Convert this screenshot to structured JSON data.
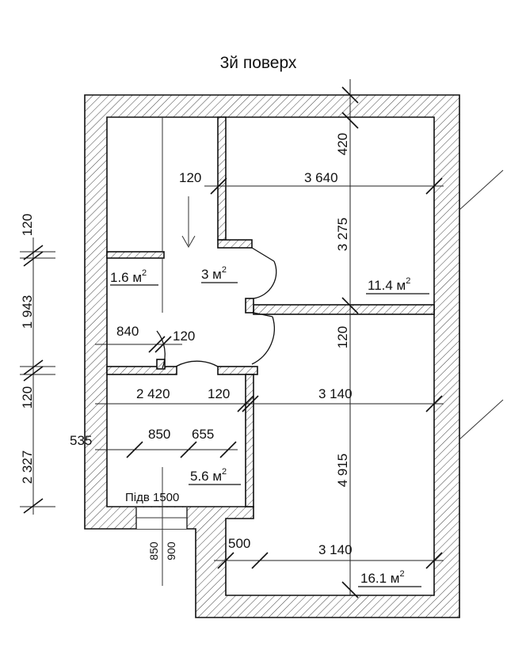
{
  "title": "3й поверх",
  "areas": {
    "storage": {
      "value": "1.6 м",
      "sup": "2"
    },
    "hall": {
      "value": "3 м",
      "sup": "2"
    },
    "room_top": {
      "value": "11.4 м",
      "sup": "2"
    },
    "bath": {
      "value": "5.6 м",
      "sup": "2"
    },
    "room_bottom": {
      "value": "16.1 м",
      "sup": "2"
    }
  },
  "dims": {
    "d420": "420",
    "d120_top": "120",
    "d3640": "3 640",
    "d3275": "3 275",
    "d120_mid": "120",
    "d840": "840",
    "d120_small": "120",
    "d2420": "2 420",
    "d120_row": "120",
    "d3140_top": "3 140",
    "d535": "535",
    "d850": "850",
    "d655": "655",
    "d4915": "4 915",
    "d500": "500",
    "d3140_bottom": "3 140",
    "d850_v": "850",
    "d900_v": "900",
    "left_120_a": "120",
    "left_1943": "1 943",
    "left_120_b": "120",
    "left_2327": "2 327"
  },
  "labels": {
    "sill": "Підв 1500"
  }
}
